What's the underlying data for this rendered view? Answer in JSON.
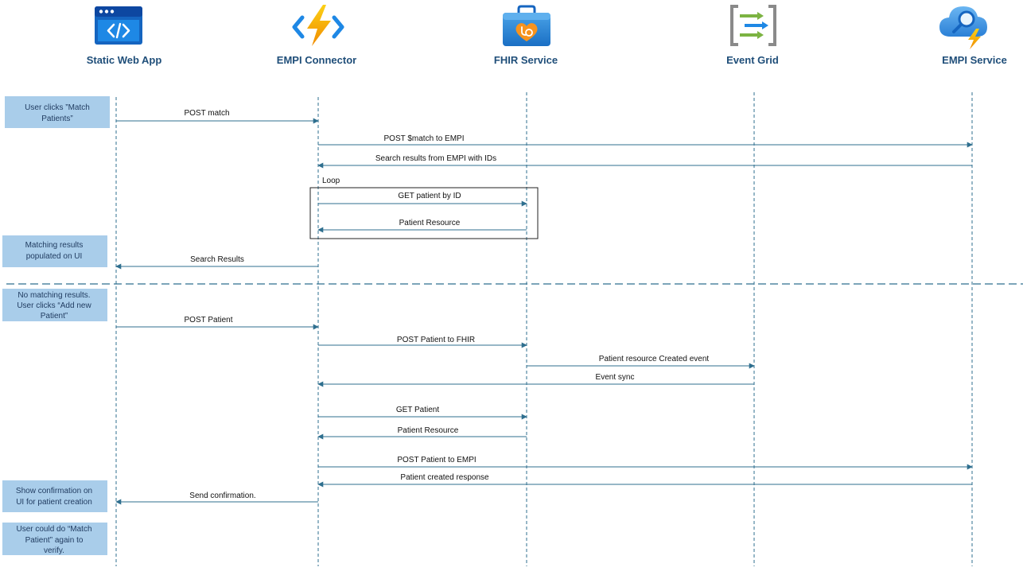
{
  "colors": {
    "lifeline": "#2f6f8f",
    "arrow": "#2f6f8f",
    "label": "#1f4e79",
    "note_fill": "#a9cdea",
    "divider": "#2f6f8f",
    "loop_border": "#222222"
  },
  "participants": [
    {
      "id": "swa",
      "name": "Static Web App",
      "icon": "code-window-icon"
    },
    {
      "id": "conn",
      "name": "EMPI Connector",
      "icon": "lightning-function-icon"
    },
    {
      "id": "fhir",
      "name": "FHIR Service",
      "icon": "medical-bag-icon"
    },
    {
      "id": "grid",
      "name": "Event Grid",
      "icon": "event-arrows-icon"
    },
    {
      "id": "empi",
      "name": "EMPI Service",
      "icon": "cloud-search-icon"
    }
  ],
  "messages": [
    {
      "from": "swa",
      "to": "conn",
      "label": "POST match"
    },
    {
      "from": "conn",
      "to": "empi",
      "label": "POST $match to EMPI"
    },
    {
      "from": "empi",
      "to": "conn",
      "label": "Search results from EMPI with IDs"
    },
    {
      "from": "conn",
      "to": "fhir",
      "label": "GET patient by ID"
    },
    {
      "from": "fhir",
      "to": "conn",
      "label": "Patient Resource"
    },
    {
      "from": "conn",
      "to": "swa",
      "label": "Search Results"
    },
    {
      "from": "swa",
      "to": "conn",
      "label": "POST Patient"
    },
    {
      "from": "conn",
      "to": "fhir",
      "label": "POST Patient to FHIR"
    },
    {
      "from": "fhir",
      "to": "grid",
      "label": "Patient resource Created event"
    },
    {
      "from": "grid",
      "to": "conn",
      "label": "Event sync"
    },
    {
      "from": "conn",
      "to": "fhir",
      "label": "GET Patient"
    },
    {
      "from": "fhir",
      "to": "conn",
      "label": "Patient Resource"
    },
    {
      "from": "conn",
      "to": "empi",
      "label": "POST Patient to EMPI"
    },
    {
      "from": "empi",
      "to": "conn",
      "label": "Patient created response"
    },
    {
      "from": "conn",
      "to": "swa",
      "label": "Send confirmation."
    }
  ],
  "loop": {
    "label": "Loop"
  },
  "notes": [
    {
      "lines": [
        "User clicks ”Match",
        "Patients”"
      ]
    },
    {
      "lines": [
        "Matching results",
        "populated on UI"
      ]
    },
    {
      "lines": [
        "No matching results.",
        "User clicks “Add new",
        "Patient”"
      ]
    },
    {
      "lines": [
        "Show confirmation on",
        "UI for patient creation"
      ]
    },
    {
      "lines": [
        "User could do “Match",
        "Patient” again to",
        "verify."
      ]
    }
  ]
}
